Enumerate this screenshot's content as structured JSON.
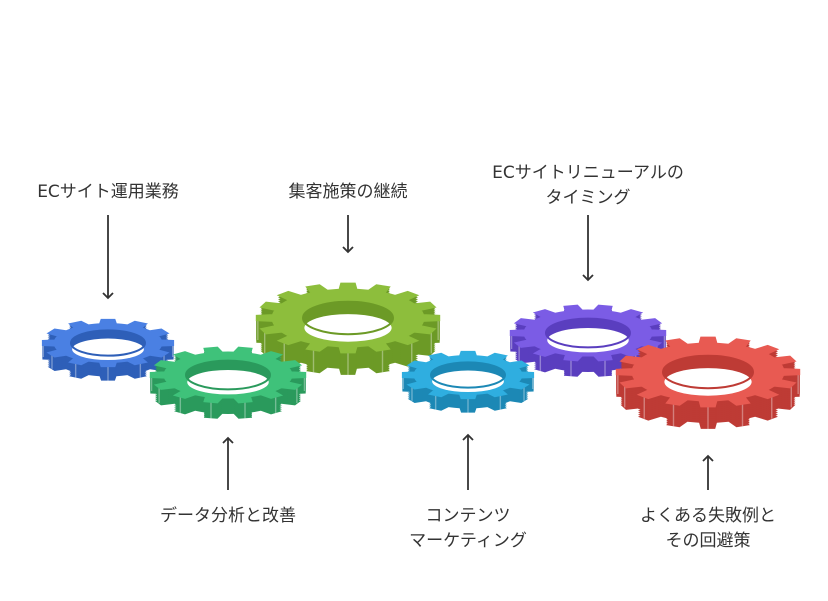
{
  "gears": [
    {
      "id": "gear-1",
      "label_lines": [
        "ECサイト運用業務"
      ],
      "label_side": "top",
      "color": "#4A80E3",
      "side_color": "#2E5FB8"
    },
    {
      "id": "gear-2",
      "label_lines": [
        "データ分析と改善"
      ],
      "label_side": "bottom",
      "color": "#3FC27A",
      "side_color": "#2A9A5C"
    },
    {
      "id": "gear-3",
      "label_lines": [
        "集客施策の継続"
      ],
      "label_side": "top",
      "color": "#8DBE3C",
      "side_color": "#6C9A26"
    },
    {
      "id": "gear-4",
      "label_lines": [
        "コンテンツ",
        "マーケティング"
      ],
      "label_side": "bottom",
      "color": "#2FAEE0",
      "side_color": "#1C88B5"
    },
    {
      "id": "gear-5",
      "label_lines": [
        "ECサイトリニューアルの",
        "タイミング"
      ],
      "label_side": "top",
      "color": "#7B5CE5",
      "side_color": "#5A3EBF"
    },
    {
      "id": "gear-6",
      "label_lines": [
        "よくある失敗例と",
        "その回避策"
      ],
      "label_side": "bottom",
      "color": "#E85A52",
      "side_color": "#BE3B35"
    }
  ]
}
